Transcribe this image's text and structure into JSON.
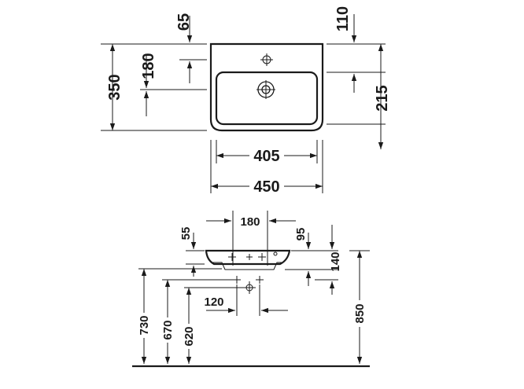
{
  "top_view": {
    "dim_65": "65",
    "dim_110": "110",
    "dim_180": "180",
    "dim_350": "350",
    "dim_215": "215",
    "dim_405": "405",
    "dim_450": "450"
  },
  "side_view": {
    "dim_180": "180",
    "dim_55": "55",
    "dim_95": "95",
    "dim_140": "140",
    "dim_120": "120",
    "dim_730": "730",
    "dim_670": "670",
    "dim_620": "620",
    "dim_850": "850"
  }
}
